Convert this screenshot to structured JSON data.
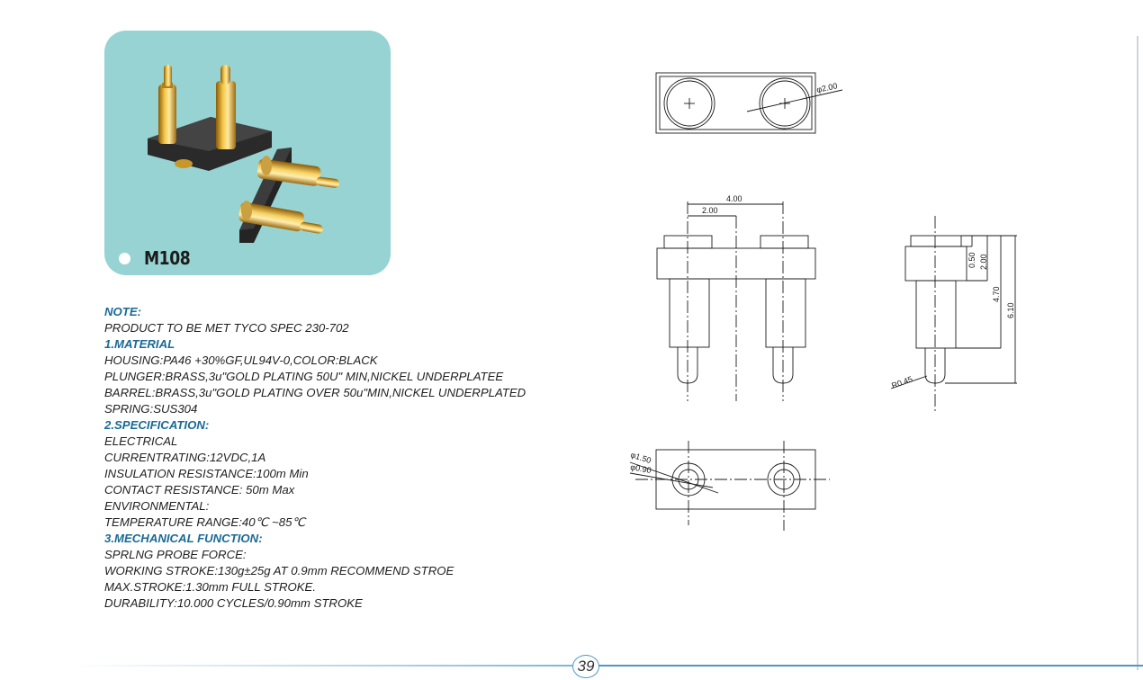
{
  "product": {
    "model": "M108"
  },
  "specs": [
    {
      "text": "NOTE:",
      "heading": true
    },
    {
      "text": "PRODUCT TO BE MET TYCO SPEC 230-702",
      "heading": false
    },
    {
      "text": "1.MATERIAL",
      "heading": true
    },
    {
      "text": "HOUSING:PA46 +30%GF,UL94V-0,COLOR:BLACK",
      "heading": false
    },
    {
      "text": "PLUNGER:BRASS,3u\"GOLD PLATING 50U\" MIN,NICKEL UNDERPLATEE",
      "heading": false
    },
    {
      "text": "BARREL:BRASS,3u\"GOLD PLATING OVER 50u\"MIN,NICKEL UNDERPLATED",
      "heading": false
    },
    {
      "text": "SPRING:SUS304",
      "heading": false
    },
    {
      "text": "2.SPECIFICATION:",
      "heading": true
    },
    {
      "text": "ELECTRICAL",
      "heading": false
    },
    {
      "text": "CURRENTRATING:12VDC,1A",
      "heading": false
    },
    {
      "text": "INSULATION RESISTANCE:100m Min",
      "heading": false
    },
    {
      "text": "CONTACT RESISTANCE: 50m Max",
      "heading": false
    },
    {
      "text": "ENVIRONMENTAL:",
      "heading": false
    },
    {
      "text": "TEMPERATURE RANGE:40℃ ~85℃",
      "heading": false
    },
    {
      "text": "3.MECHANICAL FUNCTION:",
      "heading": true
    },
    {
      "text": "SPRLNG PROBE FORCE:",
      "heading": false
    },
    {
      "text": "WORKING STROKE:130g±25g AT 0.9mm RECOMMEND STROE",
      "heading": false
    },
    {
      "text": "MAX.STROKE:1.30mm FULL STROKE.",
      "heading": false
    },
    {
      "text": "DURABILITY:10.000 CYCLES/0.90mm STROKE",
      "heading": false
    }
  ],
  "drawing": {
    "dim_top_dia": "φ2.00",
    "dim_pitch": "4.00",
    "dim_half": "2.00",
    "dim_side_050": "0.50",
    "dim_side_200": "2.00",
    "dim_side_470": "4.70",
    "dim_side_610": "6.10",
    "dim_radius": "R0.45",
    "dim_bottom_150": "φ1.50",
    "dim_bottom_090": "φ0.90"
  },
  "footer": {
    "page_number": "39"
  },
  "colors": {
    "card_bg": "#97d3d3",
    "heading": "#1a6a96",
    "footer_line": "#4f97c4"
  }
}
